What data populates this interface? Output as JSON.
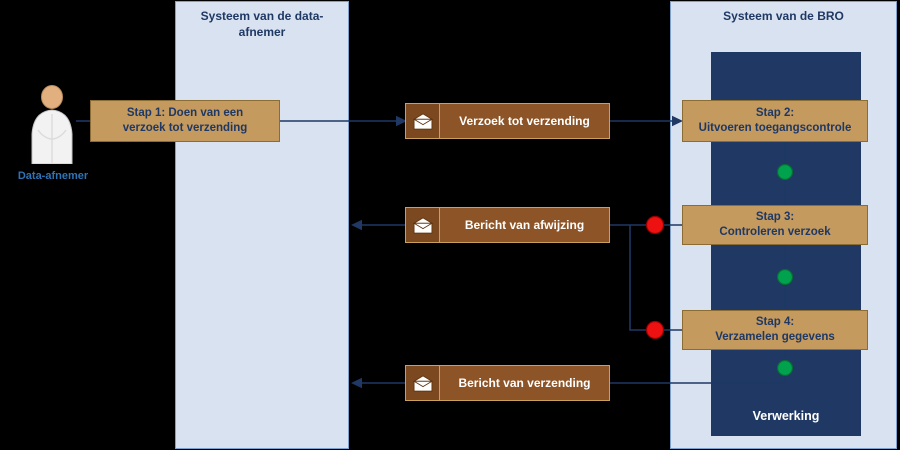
{
  "lanes": {
    "data_afnemer": {
      "title": "Systeem van de data-afnemer"
    },
    "bro": {
      "title": "Systeem van de BRO",
      "inner_label": "Verwerking"
    }
  },
  "actor": {
    "label": "Data-afnemer"
  },
  "steps": [
    {
      "id": "stap1",
      "line1": "Stap 1: Doen van een",
      "line2": "verzoek tot verzending"
    },
    {
      "id": "stap2",
      "line1": "Stap 2:",
      "line2": "Uitvoeren toegangscontrole"
    },
    {
      "id": "stap3",
      "line1": "Stap 3:",
      "line2": "Controleren verzoek"
    },
    {
      "id": "stap4",
      "line1": "Stap 4:",
      "line2": "Verzamelen gegevens"
    }
  ],
  "messages": [
    {
      "id": "verzoek",
      "label": "Verzoek tot verzending"
    },
    {
      "id": "afwijzing",
      "label": "Bericht van afwijzing"
    },
    {
      "id": "verzending",
      "label": "Bericht van verzending"
    }
  ],
  "icons": {
    "message": "envelope-icon",
    "actor": "person-icon"
  },
  "colors": {
    "background": "#000000",
    "lane_fill": "#d9e2f0",
    "lane_border": "#7da0cc",
    "inner_fill": "#1f3864",
    "step_fill": "#c49a5e",
    "step_border": "#8b6d33",
    "step_text": "#1f3864",
    "message_fill": "#8c5427",
    "message_border": "#c9a05c",
    "message_text": "#ffffff",
    "connector": "#1f3864",
    "green_dot": "#00a24d",
    "red_dot": "#ee1111",
    "actor_label": "#2e74b5"
  }
}
